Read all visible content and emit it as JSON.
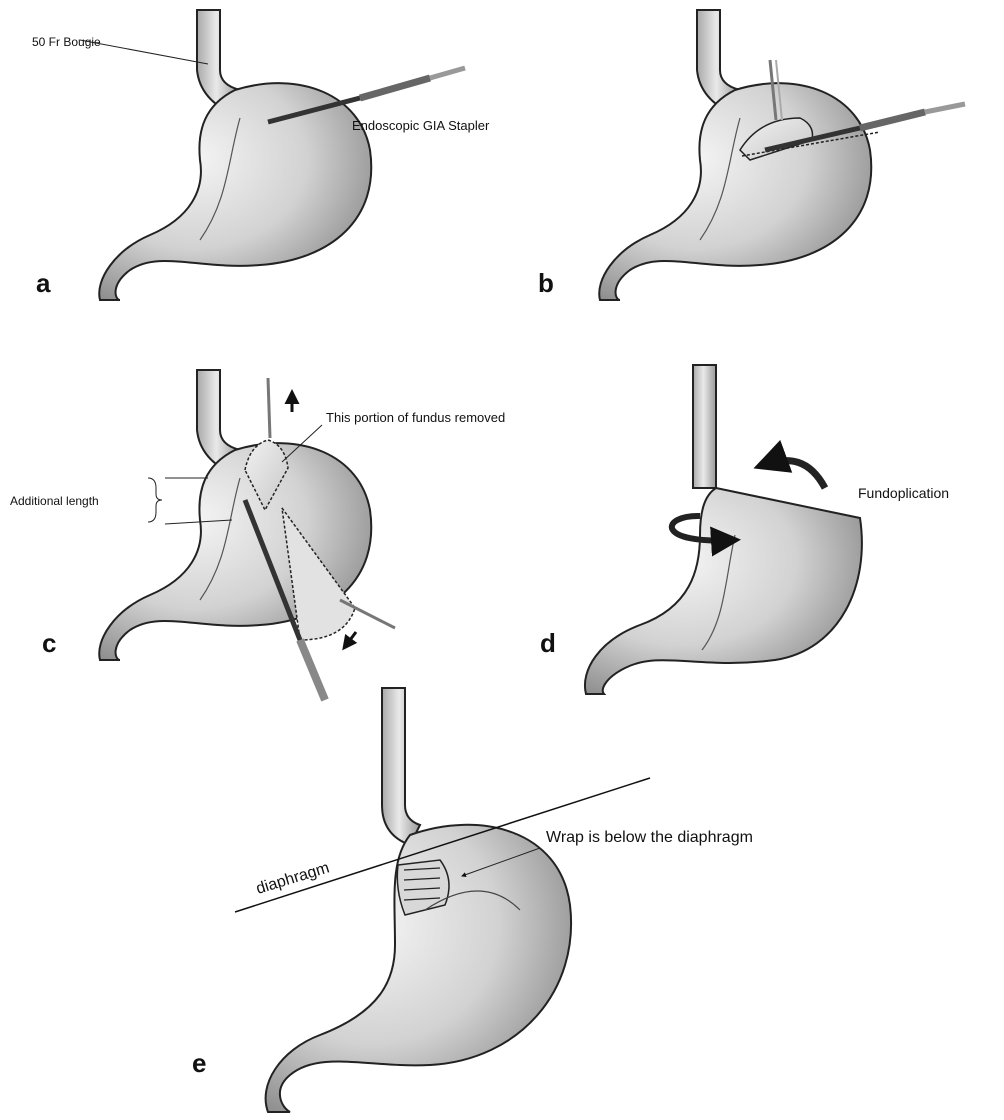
{
  "panels": [
    {
      "id": "a",
      "label": "a",
      "annotations": {
        "bougie": "50 Fr Bougie",
        "stapler": "Endoscopic GIA Stapler"
      }
    },
    {
      "id": "b",
      "label": "b"
    },
    {
      "id": "c",
      "label": "c",
      "annotations": {
        "fundus": "This portion of fundus removed",
        "length": "Additional length"
      }
    },
    {
      "id": "d",
      "label": "d",
      "annotations": {
        "fundoplication": "Fundoplication"
      }
    },
    {
      "id": "e",
      "label": "e",
      "annotations": {
        "diaphragm": "diaphragm",
        "wrap": "Wrap is below the diaphragm"
      }
    }
  ],
  "colors": {
    "outline": "#222222",
    "tissue_light": "#f2f2f2",
    "tissue_dark": "#8a8a8a",
    "instrument": "#444444"
  }
}
